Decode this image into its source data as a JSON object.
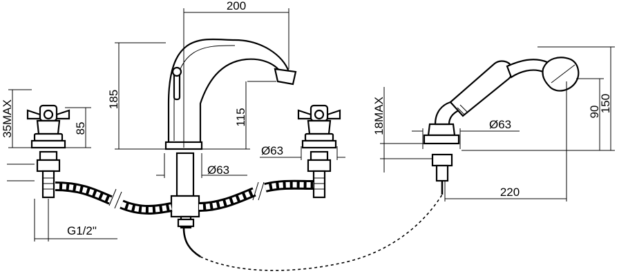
{
  "dimensions": {
    "spout_reach": "200",
    "spout_height": "185",
    "spout_outlet_height": "115",
    "handle_height": "85",
    "handle_deck_max": "35MAX",
    "spout_base_diameter": "Ø63",
    "valve_base_diameter": "Ø63",
    "shower_base_diameter": "Ø63",
    "handshower_height": "150",
    "handshower_center": "90",
    "shower_deck_max": "18MAX",
    "shower_offset": "220",
    "thread": "G1/2\""
  }
}
